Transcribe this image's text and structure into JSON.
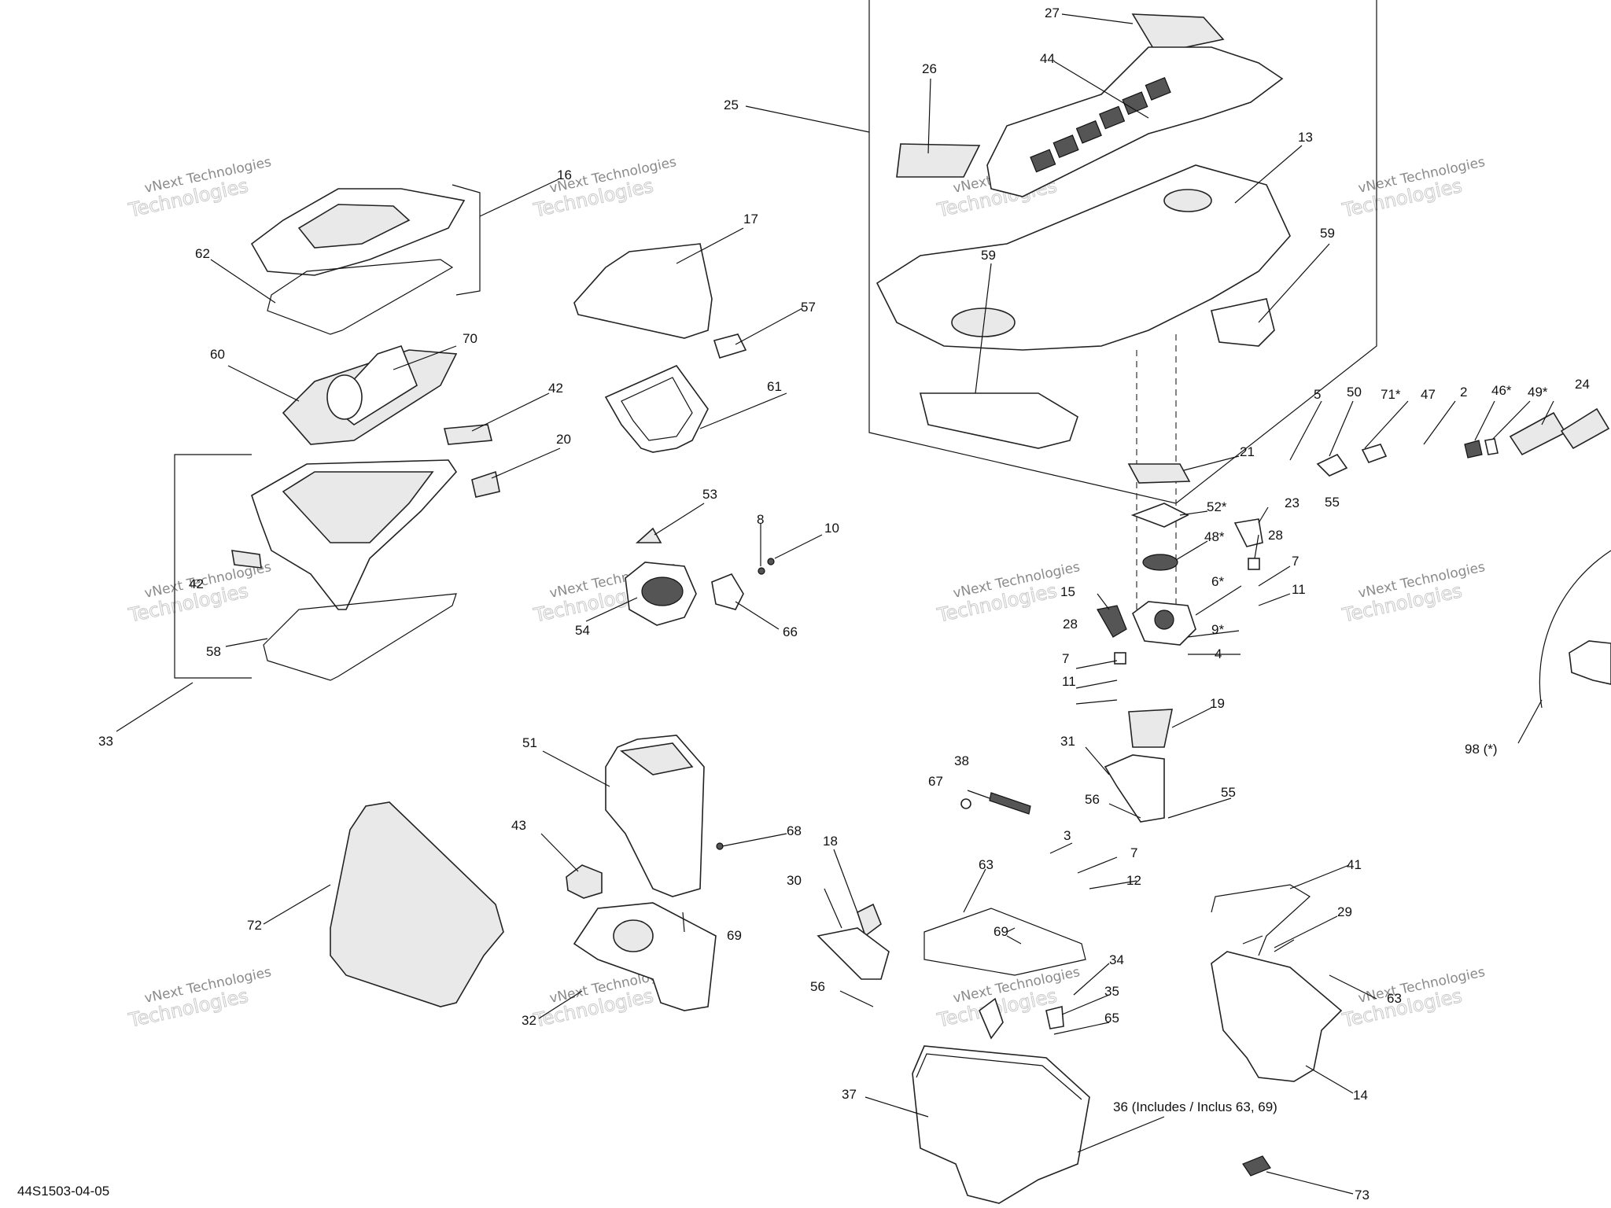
{
  "diagram_id": "44S1503-04-05",
  "watermark": {
    "line1": "vNext Technologies",
    "line2": "Technologies"
  },
  "labels": {
    "l27": "27",
    "l44": "44",
    "l26": "26",
    "l25": "25",
    "l13": "13",
    "l59a": "59",
    "l59b": "59",
    "l16": "16",
    "l62": "62",
    "l17": "17",
    "l57": "57",
    "l60": "60",
    "l70": "70",
    "l61": "61",
    "l42a": "42",
    "l20": "20",
    "l53": "53",
    "l8": "8",
    "l10": "10",
    "l54": "54",
    "l66": "66",
    "l42b": "42",
    "l58": "58",
    "l33": "33",
    "l5": "5",
    "l50": "50",
    "l71": "71*",
    "l47": "47",
    "l2": "2",
    "l46": "46*",
    "l49": "49*",
    "l24": "24",
    "l21": "21",
    "l52": "52*",
    "l23": "23",
    "l55a": "55",
    "l48": "48*",
    "l28a": "28",
    "l7a": "7",
    "l6": "6*",
    "l11a": "11",
    "l15": "15",
    "l28b": "28",
    "l9": "9*",
    "l4": "4",
    "l7b": "7",
    "l11b": "11",
    "l19": "19",
    "l98": "98 (*)",
    "l51": "51",
    "l31": "31",
    "l38": "38",
    "l67": "67",
    "l56a": "56",
    "l55b": "55",
    "l43": "43",
    "l68": "68",
    "l18": "18",
    "l3": "3",
    "l7c": "7",
    "l12": "12",
    "l63a": "63",
    "l72": "72",
    "l30": "30",
    "l69a": "69",
    "l69b": "69",
    "l41": "41",
    "l29": "29",
    "l34": "34",
    "l35": "35",
    "l65": "65",
    "l63b": "63",
    "l56b": "56",
    "l32": "32",
    "l37": "37",
    "l36": "36 (Includes / Inclus 63, 69)",
    "l14": "14",
    "l73": "73"
  }
}
